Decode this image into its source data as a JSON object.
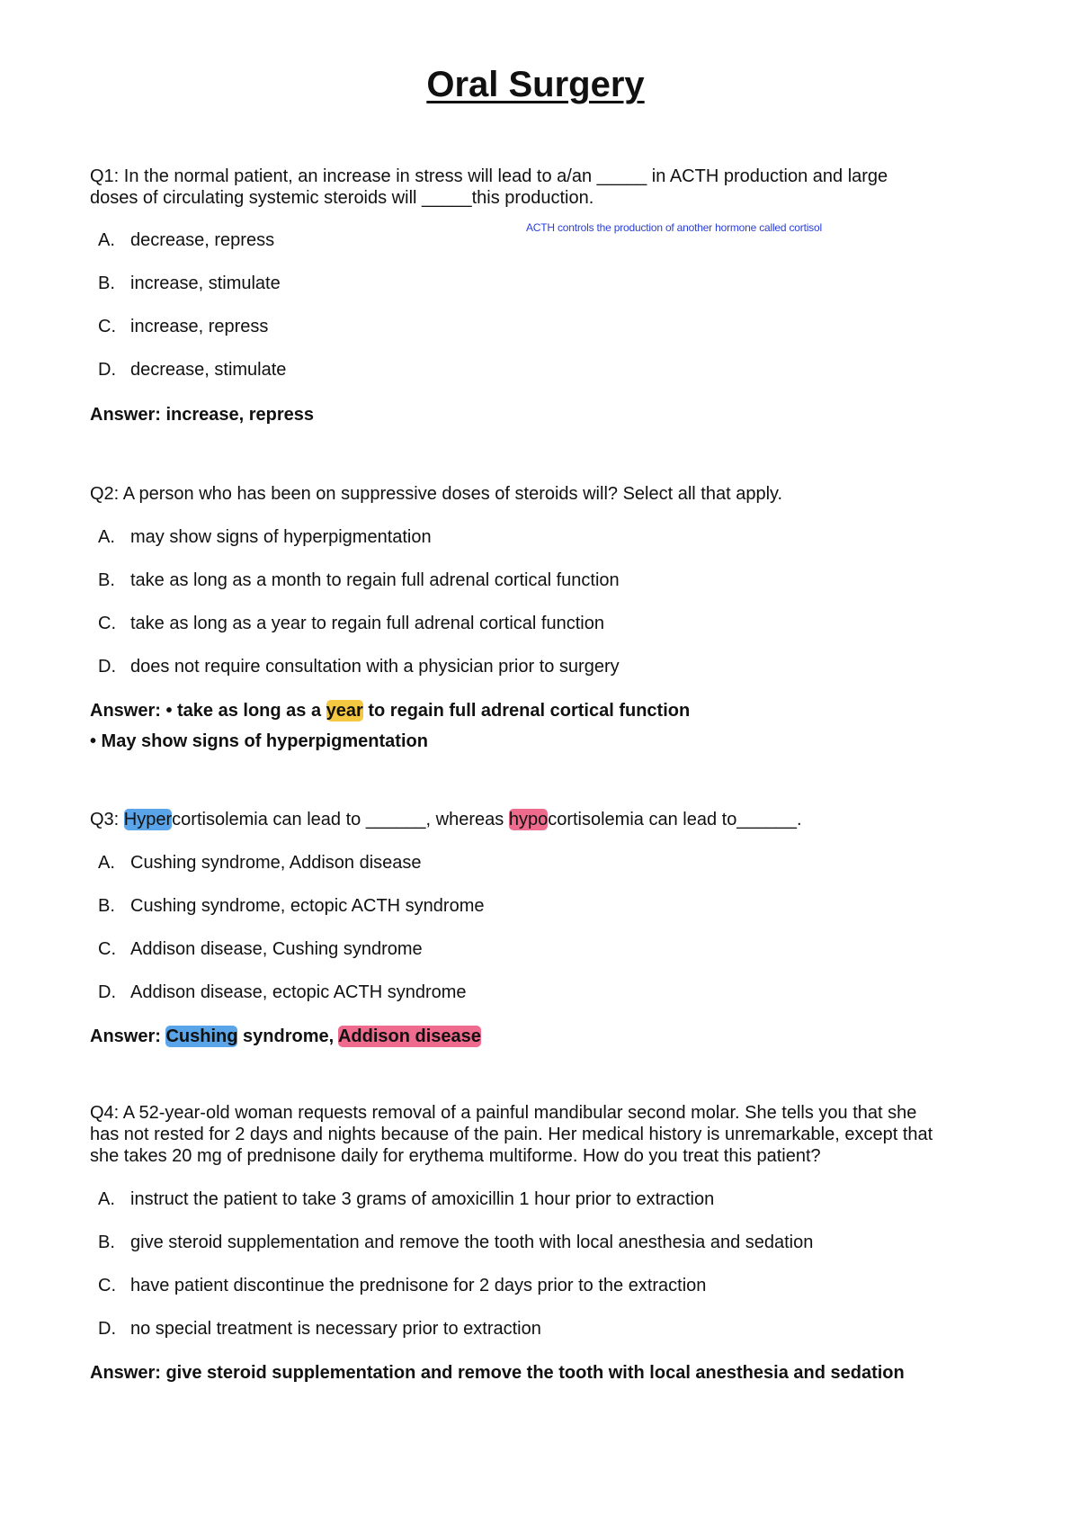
{
  "title": "Oral Surgery",
  "q1": {
    "line1": "Q1: In the normal patient, an increase in stress will lead to a/an _____ in ACTH production and large",
    "line2": "doses of circulating systemic steroids will _____this production.",
    "note": "ACTH controls the production of another hormone called cortisol",
    "options": [
      {
        "letter": "A.",
        "text": "decrease, repress"
      },
      {
        "letter": "B.",
        "text": "increase, stimulate"
      },
      {
        "letter": "C.",
        "text": "increase, repress"
      },
      {
        "letter": "D.",
        "text": "decrease, stimulate"
      }
    ],
    "answer": "Answer: increase, repress"
  },
  "q2": {
    "line1": "Q2: A person who has been on suppressive doses of steroids will? Select all that apply.",
    "options": [
      {
        "letter": "A.",
        "text": "may show signs of hyperpigmentation"
      },
      {
        "letter": "B.",
        "text": "take as long as a month to regain full adrenal cortical function"
      },
      {
        "letter": "C.",
        "text": "take as long as a year to regain full adrenal cortical function"
      },
      {
        "letter": "D.",
        "text": "does not require consultation with a physician prior to surgery"
      }
    ],
    "answer_a_pre": "Answer: • take as long as a ",
    "answer_a_hl": "year",
    "answer_a_post": " to regain full adrenal cortical function",
    "answer_b": "• May show signs of hyperpigmentation"
  },
  "q3": {
    "prefix": "Q3: ",
    "hl1": "Hyper",
    "mid1": "cortisolemia can lead to ______, whereas ",
    "hl2": "hypo",
    "mid2": "cortisolemia can lead to______.",
    "options": [
      {
        "letter": "A.",
        "text": "Cushing syndrome, Addison disease"
      },
      {
        "letter": "B.",
        "text": "Cushing syndrome, ectopic ACTH syndrome"
      },
      {
        "letter": "C.",
        "text": "Addison disease, Cushing syndrome"
      },
      {
        "letter": "D.",
        "text": "Addison disease, ectopic ACTH syndrome"
      }
    ],
    "answer_pre": "Answer: ",
    "answer_hl1": "Cushing",
    "answer_mid": " syndrome, ",
    "answer_hl2": "Addison disease"
  },
  "q4": {
    "line1": "Q4: A 52-year-old woman requests removal of a painful mandibular second molar. She tells you that she",
    "line2": "has not rested for 2 days and nights because of the pain. Her medical history is unremarkable, except that",
    "line3": "she takes 20 mg of prednisone daily for erythema multiforme. How do you treat this patient?",
    "options": [
      {
        "letter": "A.",
        "text": "instruct the patient to take 3 grams of amoxicillin 1 hour prior to extraction"
      },
      {
        "letter": "B.",
        "text": "give steroid supplementation and remove the tooth with local anesthesia and sedation"
      },
      {
        "letter": "C.",
        "text": "have patient discontinue the prednisone for 2 days prior to the extraction"
      },
      {
        "letter": "D.",
        "text": "no special treatment is necessary prior to extraction"
      }
    ],
    "answer": "Answer: give steroid supplementation and remove the tooth with local anesthesia and sedation"
  },
  "colors": {
    "highlight_yellow": "#f5c842",
    "highlight_blue": "#5aa5ea",
    "highlight_pink": "#ef6b8e",
    "note_blue": "#2b3fd8"
  }
}
